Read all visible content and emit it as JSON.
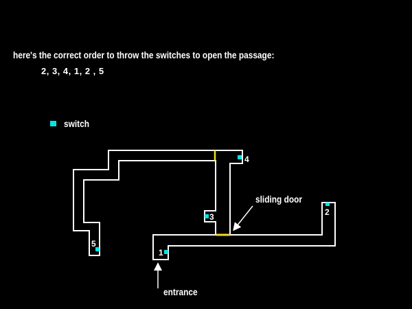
{
  "instruction": "here's the correct order to throw the switches to open the passage:",
  "order": "2, 3, 4, 1, 2 , 5",
  "legend": {
    "label": "switch",
    "color": "#00e5e5"
  },
  "annotations": {
    "sliding_door": "sliding door",
    "entrance": "entrance"
  },
  "switches": [
    {
      "id": "1",
      "label": "1"
    },
    {
      "id": "2",
      "label": "2"
    },
    {
      "id": "3",
      "label": "3"
    },
    {
      "id": "4",
      "label": "4"
    },
    {
      "id": "5",
      "label": "5"
    }
  ],
  "colors": {
    "walls": "#ffffff",
    "doors": "#f0e020",
    "switch": "#00e5e5",
    "background": "#000000"
  }
}
